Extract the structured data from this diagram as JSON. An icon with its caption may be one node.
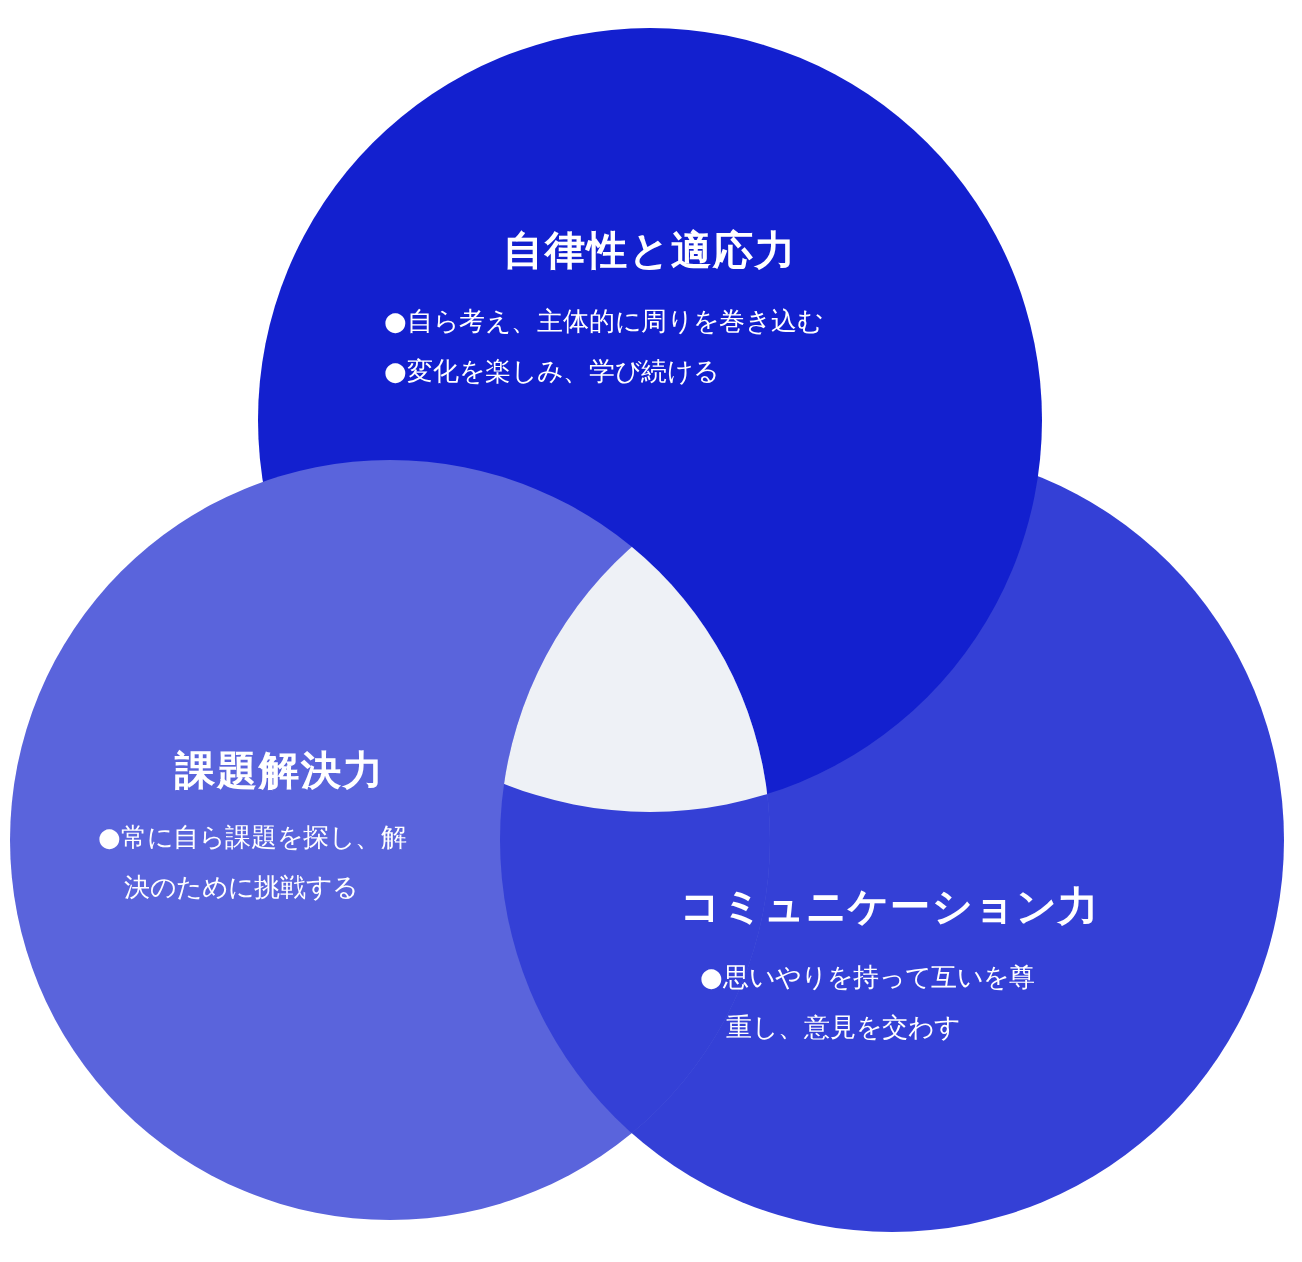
{
  "diagram": {
    "nodes": [
      {
        "text": [
          "自律性と適応力",
          "●自ら考え、主体的に周りを巻き込む",
          "●変化を楽しみ、学び続ける"
        ]
      },
      {
        "text": [
          "課題解決力",
          "●常に自ら課題を探し、解決のために挑戦する"
        ]
      },
      {
        "text": [
          "コミュニケーション力",
          "●思いやりを持って互いを尊重し、意見を交わす"
        ]
      }
    ]
  }
}
